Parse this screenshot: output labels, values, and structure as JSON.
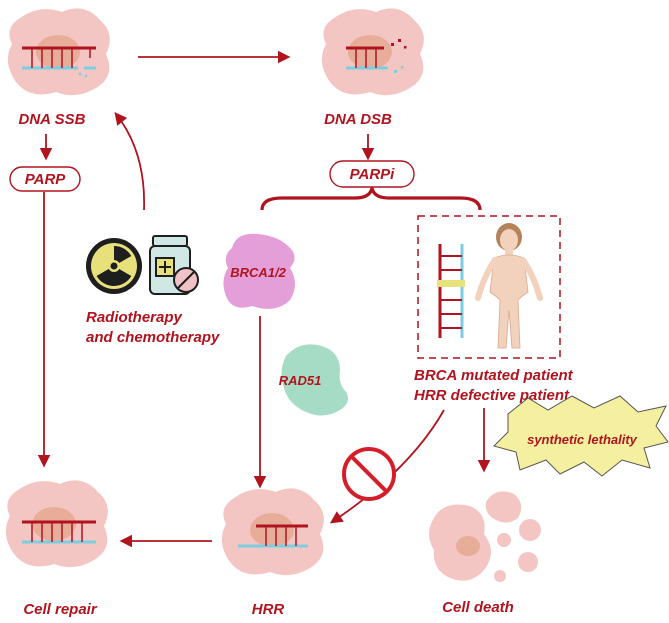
{
  "colors": {
    "accent": "#b0141e",
    "cell": "#f4c6c3",
    "nucleus": "#e7ad98",
    "dna_red": "#b0141e",
    "dna_blue": "#7ccde0",
    "brca": "#e49ed8",
    "rad51": "#a6dcc5",
    "lethality_fill": "#f5f0a0",
    "skin": "#f2d1bd",
    "hair": "#b5835a"
  },
  "labels": {
    "dna_ssb": "DNA SSB",
    "dna_dsb": "DNA DSB",
    "parp": "PARP",
    "parpi": "PARPi",
    "brca12": "BRCA1/2",
    "rad51": "RAD51",
    "therapy_line1": "Radiotherapy",
    "therapy_line2": "and chemotherapy",
    "patient_line1": "BRCA mutated patient",
    "patient_line2": "HRR defective patient",
    "synthetic_lethality": "synthetic lethality",
    "cell_repair": "Cell repair",
    "hrr": "HRR",
    "cell_death": "Cell death"
  },
  "icons": [
    "radiation-icon",
    "pill-bottle-icon",
    "pill-icon",
    "no-entry-icon",
    "patient-figure-icon",
    "dna-ladder-icon"
  ]
}
